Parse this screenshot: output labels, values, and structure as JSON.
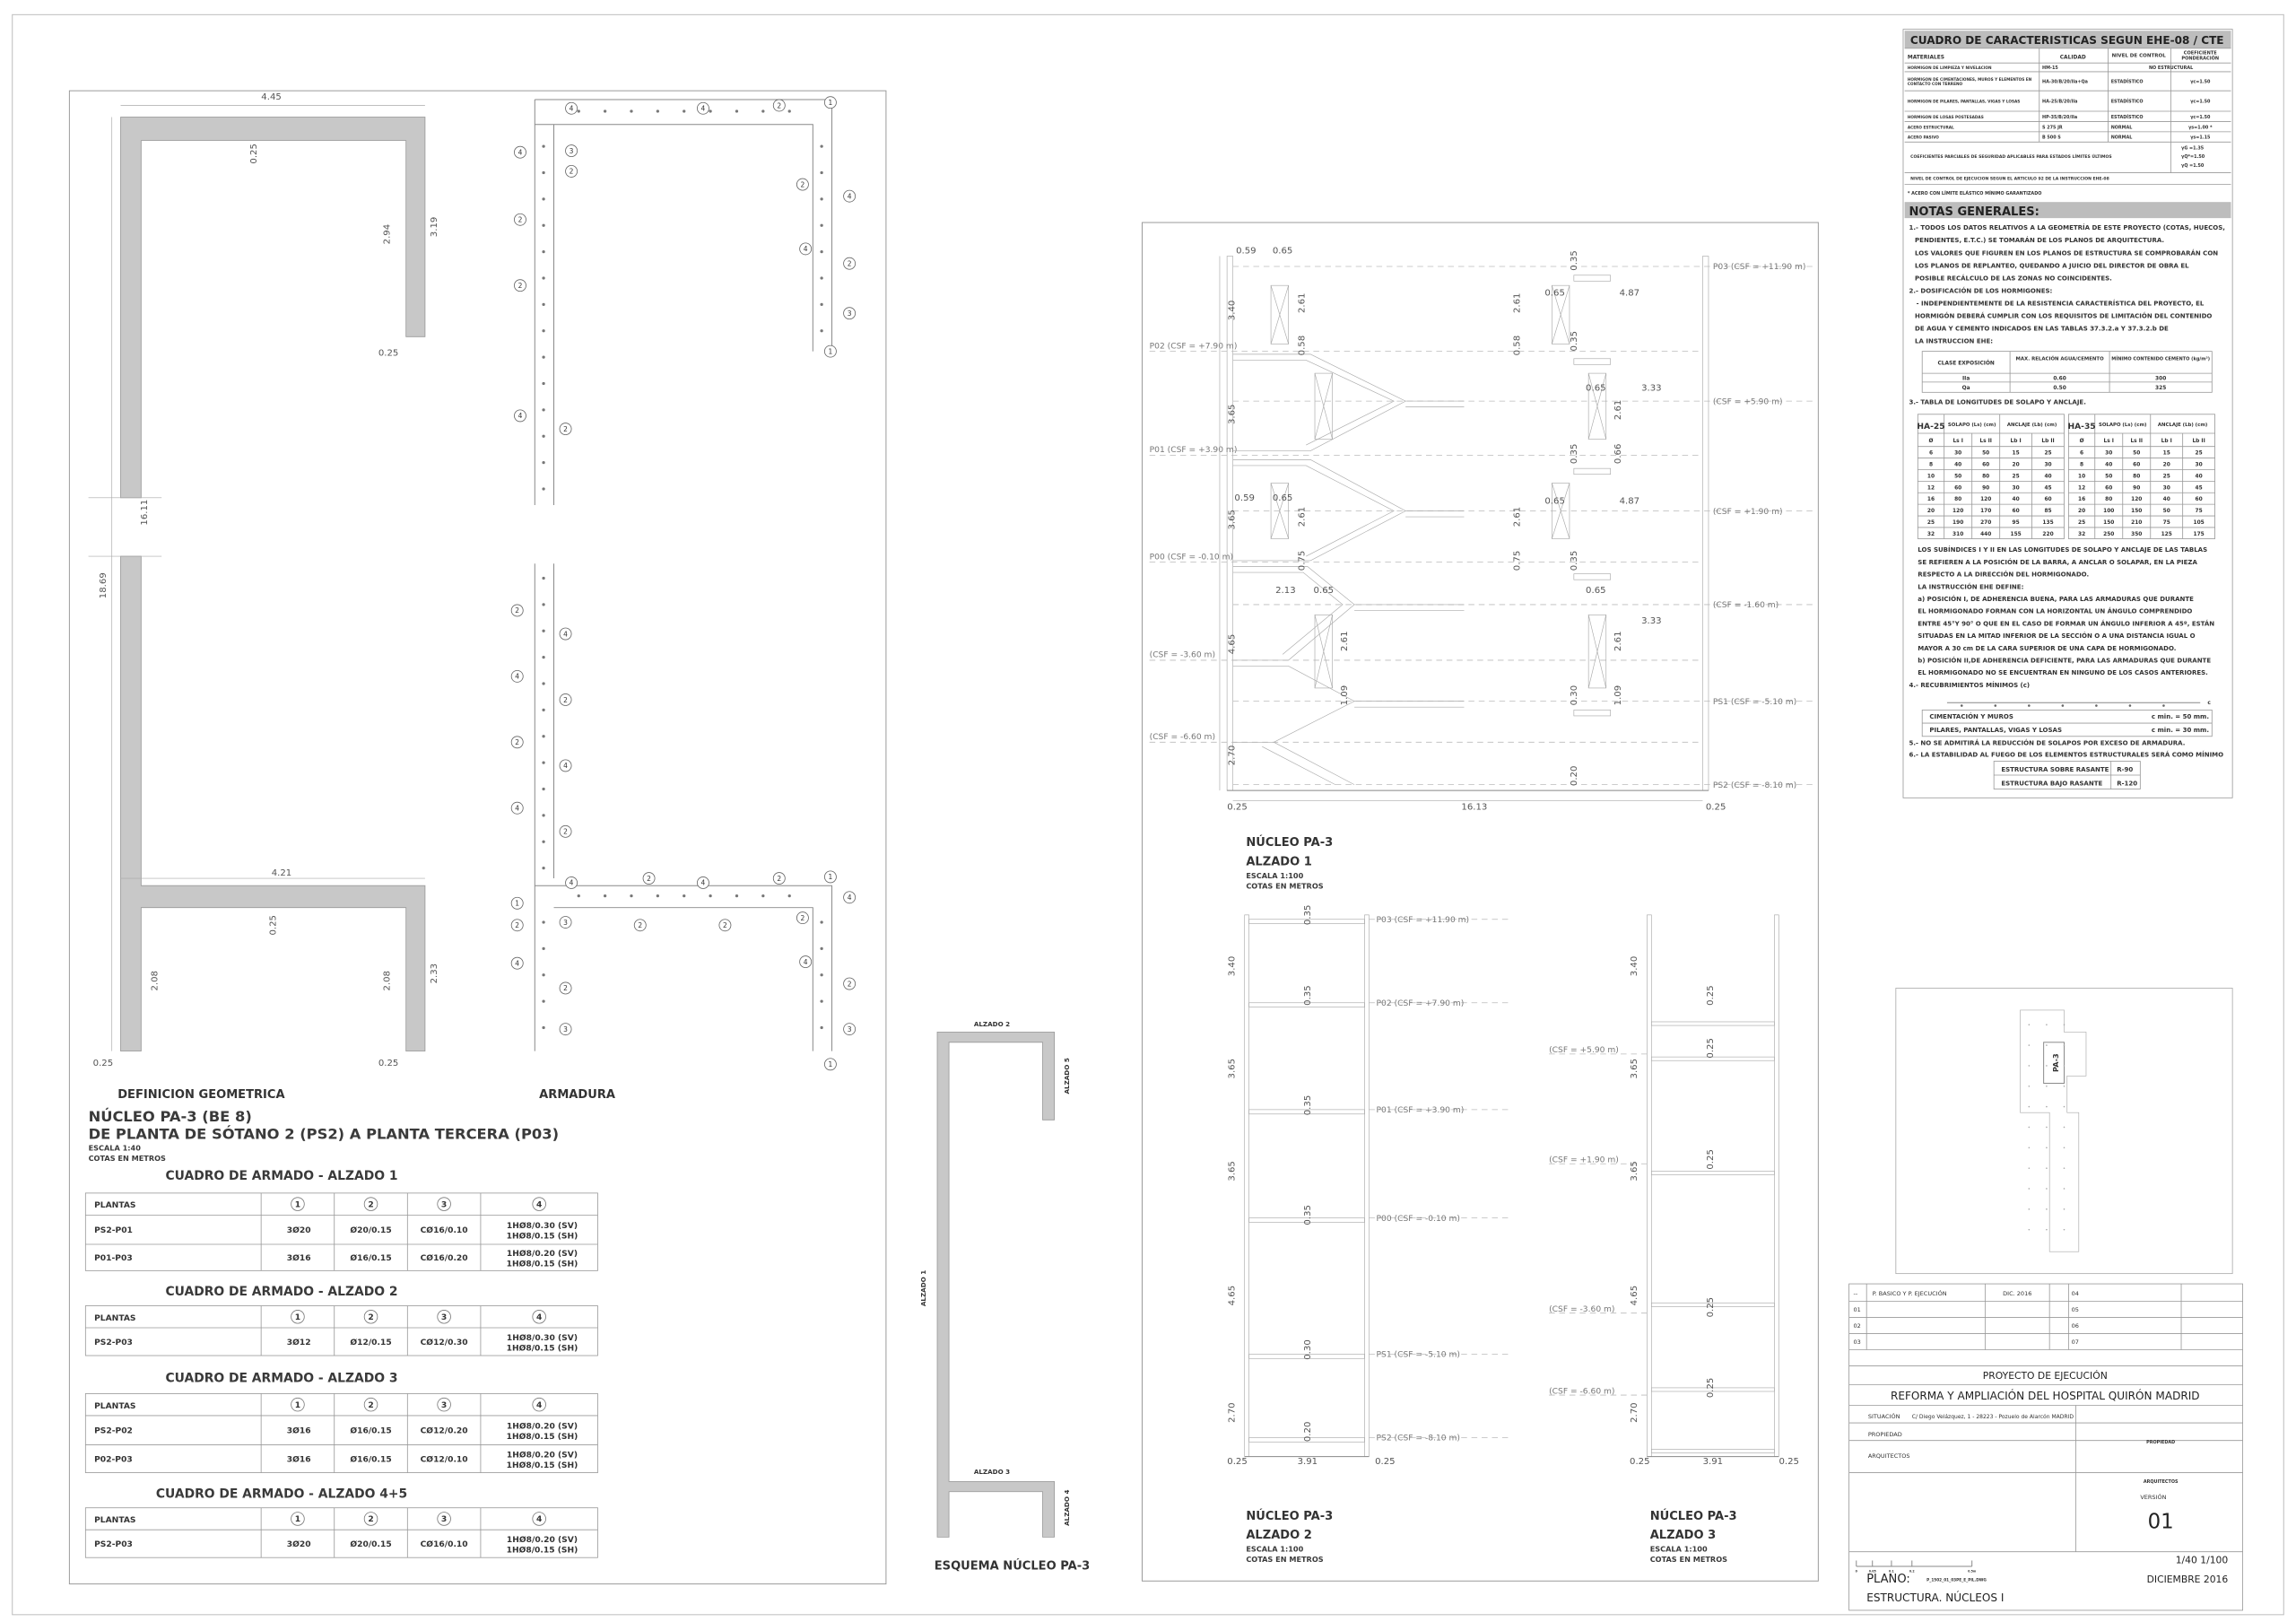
{
  "geometria": {
    "title": "DEFINICION GEOMETRICA",
    "dims": [
      "4.45",
      "0.25",
      "2.94",
      "3.19",
      "0.25",
      "16.11",
      "18.69",
      "4.21",
      "0.25",
      "2.08",
      "2.08",
      "2.33",
      "0.25",
      "0.25"
    ]
  },
  "armadura": {
    "title": "ARMADURA",
    "markers": [
      "4",
      "4",
      "2",
      "1",
      "4",
      "3",
      "2",
      "2",
      "2",
      "4",
      "2",
      "2",
      "4",
      "4",
      "2",
      "3",
      "1",
      "2",
      "4",
      "4",
      "2",
      "2",
      "4",
      "4",
      "2",
      "1",
      "4",
      "2",
      "4",
      "2",
      "1",
      "2",
      "3",
      "2",
      "2",
      "2",
      "4",
      "4",
      "2",
      "3",
      "4",
      "2",
      "3",
      "1"
    ]
  },
  "nucleo": {
    "title": "NÚCLEO PA-3 (BE 8)",
    "subtitle": "DE PLANTA DE SÓTANO 2 (PS2) A PLANTA TERCERA (P03)",
    "scale": "ESCALA 1:40",
    "units": "COTAS EN METROS"
  },
  "armado_tables": [
    {
      "title": "CUADRO DE ARMADO - ALZADO 1",
      "headers": [
        "PLANTAS",
        "1",
        "2",
        "3",
        "4"
      ],
      "rows": [
        [
          "PS2-P01",
          "3Ø20",
          "Ø20/0.15",
          "CØ16/0.10",
          "1HØ8/0.30 (SV)",
          "1HØ8/0.15 (SH)"
        ],
        [
          "P01-P03",
          "3Ø16",
          "Ø16/0.15",
          "CØ16/0.20",
          "1HØ8/0.20 (SV)",
          "1HØ8/0.15 (SH)"
        ]
      ]
    },
    {
      "title": "CUADRO DE ARMADO - ALZADO 2",
      "headers": [
        "PLANTAS",
        "1",
        "2",
        "3",
        "4"
      ],
      "rows": [
        [
          "PS2-P03",
          "3Ø12",
          "Ø12/0.15",
          "CØ12/0.30",
          "1HØ8/0.30 (SV)",
          "1HØ8/0.15 (SH)"
        ]
      ]
    },
    {
      "title": "CUADRO DE ARMADO - ALZADO 3",
      "headers": [
        "PLANTAS",
        "1",
        "2",
        "3",
        "4"
      ],
      "rows": [
        [
          "PS2-P02",
          "3Ø16",
          "Ø16/0.15",
          "CØ12/0.20",
          "1HØ8/0.20 (SV)",
          "1HØ8/0.15 (SH)"
        ],
        [
          "P02-P03",
          "3Ø16",
          "Ø16/0.15",
          "CØ12/0.10",
          "1HØ8/0.20 (SV)",
          "1HØ8/0.15 (SH)"
        ]
      ]
    },
    {
      "title": "CUADRO DE ARMADO - ALZADO 4+5",
      "headers": [
        "PLANTAS",
        "1",
        "2",
        "3",
        "4"
      ],
      "rows": [
        [
          "PS2-P03",
          "3Ø20",
          "Ø20/0.15",
          "CØ16/0.10",
          "1HØ8/0.20 (SV)",
          "1HØ8/0.15 (SH)"
        ]
      ]
    }
  ],
  "esquema": {
    "title": "ESQUEMA NÚCLEO PA-3",
    "labels": [
      "ALZADO 2",
      "ALZADO 5",
      "ALZADO 1",
      "ALZADO 3",
      "ALZADO 4"
    ]
  },
  "alzado1": {
    "title": "NÚCLEO PA-3",
    "name": "ALZADO 1",
    "scale": "ESCALA 1:100",
    "units": "COTAS EN METROS",
    "levels_left": [
      "P02 (CSF = +7.90 m)",
      "P01 (CSF = +3.90 m)",
      "P00 (CSF = -0.10 m)",
      "(CSF = -3.60 m)",
      "(CSF = -6.60 m)"
    ],
    "levels_right": [
      "P03 (CSF = +11.90 m)",
      "(CSF = +5.90 m)",
      "(CSF = +1.90 m)",
      "(CSF = -1.60 m)",
      "PS1 (CSF = -5.10 m)",
      "PS2 (CSF = -8.10 m)"
    ],
    "dims": [
      "0.59",
      "0.65",
      "3.40",
      "2.61",
      "0.58",
      "2.61",
      "0.65",
      "4.87",
      "0.35",
      "0.58",
      "0.35",
      "3.65",
      "0.65",
      "3.33",
      "2.61",
      "0.35",
      "0.66",
      "0.59",
      "0.65",
      "3.65",
      "2.61",
      "0.75",
      "2.61",
      "0.65",
      "4.87",
      "0.75",
      "0.35",
      "2.13",
      "0.65",
      "0.65",
      "3.33",
      "4.65",
      "2.61",
      "2.61",
      "1.09",
      "0.30",
      "1.09",
      "2.70",
      "0.20",
      "0.25",
      "16.13",
      "0.25"
    ]
  },
  "alzado2": {
    "title": "NÚCLEO PA-3",
    "name": "ALZADO 2",
    "scale": "ESCALA 1:100",
    "units": "COTAS EN METROS",
    "levels": [
      "P03 (CSF = +11.90 m)",
      "P02 (CSF = +7.90 m)",
      "P01 (CSF = +3.90 m)",
      "P00 (CSF = -0.10 m)",
      "PS1 (CSF = -5.10 m)",
      "PS2 (CSF = -8.10 m)"
    ],
    "dims": [
      "3.40",
      "3.65",
      "3.65",
      "4.65",
      "2.70",
      "0.35",
      "0.35",
      "0.35",
      "0.35",
      "0.30",
      "0.20",
      "0.25",
      "3.91",
      "0.25"
    ]
  },
  "alzado3": {
    "title": "NÚCLEO PA-3",
    "name": "ALZADO 3",
    "scale": "ESCALA 1:100",
    "units": "COTAS EN METROS",
    "levels": [
      "(CSF = +5.90 m)",
      "(CSF = +1.90 m)",
      "(CSF = -3.60 m)",
      "(CSF = -6.60 m)"
    ],
    "dims": [
      "3.40",
      "3.65",
      "3.65",
      "4.65",
      "2.70",
      "0.25",
      "0.25",
      "0.25",
      "0.25",
      "0.25",
      "0.25",
      "3.91",
      "0.25"
    ]
  },
  "caracteristicas": {
    "title": "CUADRO DE CARACTERISTICAS SEGUN EHE-08 / CTE",
    "headers": [
      "MATERIALES",
      "CALIDAD",
      "NIVEL DE CONTROL",
      "COEFICIENTE PONDERACIÓN"
    ],
    "rows": [
      [
        "HORMIGON DE LIMPIEZA Y NIVELACION",
        "HM-15",
        "NO ESTRUCTURAL",
        ""
      ],
      [
        "HORMIGON DE CIMENTACIONES, MUROS Y ELEMENTOS EN CONTACTO CON TERRENO",
        "HA-30/B/20/IIa+Qa",
        "ESTADÍSTICO",
        "γc=1.50"
      ],
      [
        "HORMIGON DE PILARES, PANTALLAS, VIGAS Y LOSAS",
        "HA-25/B/20/IIa",
        "ESTADÍSTICO",
        "γc=1.50"
      ],
      [
        "HORMIGON DE LOSAS POSTESADAS",
        "HP-35/B/20/IIa",
        "ESTADÍSTICO",
        "γc=1.50"
      ],
      [
        "ACERO ESTRUCTURAL",
        "S 275 JR",
        "NORMAL",
        "γs=1.00 *"
      ],
      [
        "ACERO PASIVO",
        "B 500 S",
        "NORMAL",
        "γs=1.15"
      ]
    ],
    "coef_label": "COEFICIENTES PARCIALES DE SEGURIDAD APLICABLES PARA ESTADOS LÍMITES ÚLTIMOS",
    "coef_values": [
      "γG =1.35",
      "γQ*=1.50",
      "γQ =1.50"
    ],
    "control_label": "NIVEL DE CONTROL DE EJECUCION SEGUN EL ARTICULO 92 DE LA INSTRUCCION EHE-08",
    "footnote": "* ACERO CON LÍMITE ELÁSTICO MÍNIMO GARANTIZADO"
  },
  "notas": {
    "title": "NOTAS GENERALES:",
    "block1": [
      "1.- TODOS LOS DATOS RELATIVOS A LA GEOMETRÍA DE ESTE PROYECTO (COTAS, HUECOS,",
      "PENDIENTES, E.T.C.) SE TOMARÁN DE LOS PLANOS DE ARQUITECTURA.",
      "LOS VALORES QUE FIGUREN EN LOS PLANOS DE ESTRUCTURA SE COMPROBARÁN CON",
      "LOS PLANOS DE REPLANTEO, QUEDANDO A JUICIO DEL DIRECTOR DE OBRA EL",
      "POSIBLE RECÁLCULO DE LAS ZONAS NO COINCIDENTES.",
      "2.- DOSIFICACIÓN DE LOS HORMIGONES:",
      "- INDEPENDIENTEMENTE DE LA RESISTENCIA CARACTERÍSTICA DEL PROYECTO, EL",
      "HORMIGÓN DEBERÁ CUMPLIR CON LOS REQUISITOS DE LIMITACIÓN DEL CONTENIDO",
      "DE AGUA Y CEMENTO INDICADOS EN LAS TABLAS 37.3.2.a Y 37.3.2.b DE",
      "LA INSTRUCCION EHE:"
    ],
    "exposure": {
      "headers": [
        "CLASE EXPOSICIÓN",
        "MAX. RELACIÓN AGUA/CEMENTO",
        "MÍNIMO CONTENIDO CEMENTO (kg/m³)"
      ],
      "rows": [
        [
          "IIa",
          "0.60",
          "300"
        ],
        [
          "Qa",
          "0.50",
          "325"
        ]
      ]
    },
    "item3": "3.- TABLA DE LONGITUDES DE SOLAPO Y ANCLAJE.",
    "lap_tables": [
      {
        "name": "HA-25",
        "groups": [
          "SOLAPO (Ls) (cm)",
          "ANCLAJE (Lb) (cm)"
        ],
        "cols": [
          "Ø",
          "Ls I",
          "Ls II",
          "Lb I",
          "Lb II"
        ],
        "rows": [
          [
            "6",
            "30",
            "50",
            "15",
            "25"
          ],
          [
            "8",
            "40",
            "60",
            "20",
            "30"
          ],
          [
            "10",
            "50",
            "80",
            "25",
            "40"
          ],
          [
            "12",
            "60",
            "90",
            "30",
            "45"
          ],
          [
            "16",
            "80",
            "120",
            "40",
            "60"
          ],
          [
            "20",
            "120",
            "170",
            "60",
            "85"
          ],
          [
            "25",
            "190",
            "270",
            "95",
            "135"
          ],
          [
            "32",
            "310",
            "440",
            "155",
            "220"
          ]
        ]
      },
      {
        "name": "HA-35",
        "groups": [
          "SOLAPO (Ls) (cm)",
          "ANCLAJE (Lb) (cm)"
        ],
        "cols": [
          "Ø",
          "Ls I",
          "Ls II",
          "Lb I",
          "Lb II"
        ],
        "rows": [
          [
            "6",
            "30",
            "50",
            "15",
            "25"
          ],
          [
            "8",
            "40",
            "60",
            "20",
            "30"
          ],
          [
            "10",
            "50",
            "80",
            "25",
            "40"
          ],
          [
            "12",
            "60",
            "90",
            "30",
            "45"
          ],
          [
            "16",
            "80",
            "120",
            "40",
            "60"
          ],
          [
            "20",
            "100",
            "150",
            "50",
            "75"
          ],
          [
            "25",
            "150",
            "210",
            "75",
            "105"
          ],
          [
            "32",
            "250",
            "350",
            "125",
            "175"
          ]
        ]
      }
    ],
    "block2": [
      "LOS SUBÍNDICES I Y II  EN LAS LONGITUDES DE SOLAPO Y ANCLAJE DE LAS TABLAS",
      "SE REFIEREN A LA POSICIÓN DE LA BARRA, A ANCLAR O SOLAPAR, EN LA PIEZA",
      "RESPECTO A LA DIRECCIÓN DEL HORMIGONADO.",
      "LA INSTRUCCIÓN EHE DEFINE:",
      "a) POSICIÓN I, DE ADHERENCIA BUENA, PARA LAS  ARMADURAS QUE DURANTE",
      "EL HORMIGONADO FORMAN CON LA HORIZONTAL UN ÁNGULO COMPRENDIDO",
      "ENTRE 45°Y 90° O QUE EN EL CASO DE FORMAR UN ÁNGULO INFERIOR A 45º, ESTÁN",
      "SITUADAS EN LA MITAD INFERIOR DE LA SECCIÓN O A UNA DISTANCIA IGUAL O",
      "MAYOR A 30 cm DE LA CARA SUPERIOR DE UNA CAPA DE HORMIGONADO.",
      "b) POSICIÓN II,DE ADHERENCIA DEFICIENTE, PARA LAS ARMADURAS QUE DURANTE",
      "EL HORMIGONADO NO SE ENCUENTRAN EN NINGUNO DE LOS CASOS ANTERIORES.",
      "4.- RECUBRIMIENTOS MÍNIMOS (c)"
    ],
    "cover_label": "c",
    "cover": [
      [
        "CIMENTACIÓN Y MUROS",
        "c min. = 50 mm."
      ],
      [
        "PILARES, PANTALLAS, VIGAS Y  LOSAS",
        "c min. = 30 mm."
      ]
    ],
    "item5": "5.- NO SE ADMITIRÁ LA REDUCCIÓN DE SOLAPOS POR EXCESO DE ARMADURA.",
    "item6": "6.- LA ESTABILIDAD AL FUEGO DE LOS ELEMENTOS ESTRUCTURALES SERÁ COMO MÍNIMO",
    "fire": [
      [
        "ESTRUCTURA SOBRE RASANTE",
        "R-90"
      ],
      [
        "ESTRUCTURA BAJO RASANTE",
        "R-120"
      ]
    ]
  },
  "location_map": {
    "label": "PA-3"
  },
  "title_block": {
    "revisions": [
      [
        "--",
        "P. BASICO Y P. EJECUCIÓN",
        "DIC. 2016",
        "04"
      ],
      [
        "01",
        "",
        "",
        "05"
      ],
      [
        "02",
        "",
        "",
        "06"
      ],
      [
        "03",
        "",
        "",
        "07"
      ]
    ],
    "project_type": "PROYECTO DE EJECUCIÓN",
    "project_name": "REFORMA Y AMPLIACIÓN DEL HOSPITAL QUIRÓN MADRID",
    "situacion_label": "SITUACIÓN",
    "situacion": "C/ Diego Velázquez, 1 - 28223 - Pozuelo de Alarcón MADRID",
    "propiedad_label": "PROPIEDAD",
    "arquitectos_label": "ARQUITECTOS",
    "propiedad_small": "PROPIEDAD",
    "arquitectos_small": "ARQUITECTOS",
    "version_label": "VERSIÓN",
    "version": "01",
    "scale_bar": [
      "0",
      "0.05",
      "0.1",
      "0.2",
      "0.5m"
    ],
    "scales": "1/40 1/100",
    "plano_label": "PLANO:",
    "plano_file": "P_1502_01_03PE_E_PIL.DWG",
    "date": "DICIEMBRE  2016",
    "sheet_title": "ESTRUCTURA. NÚCLEOS I"
  }
}
